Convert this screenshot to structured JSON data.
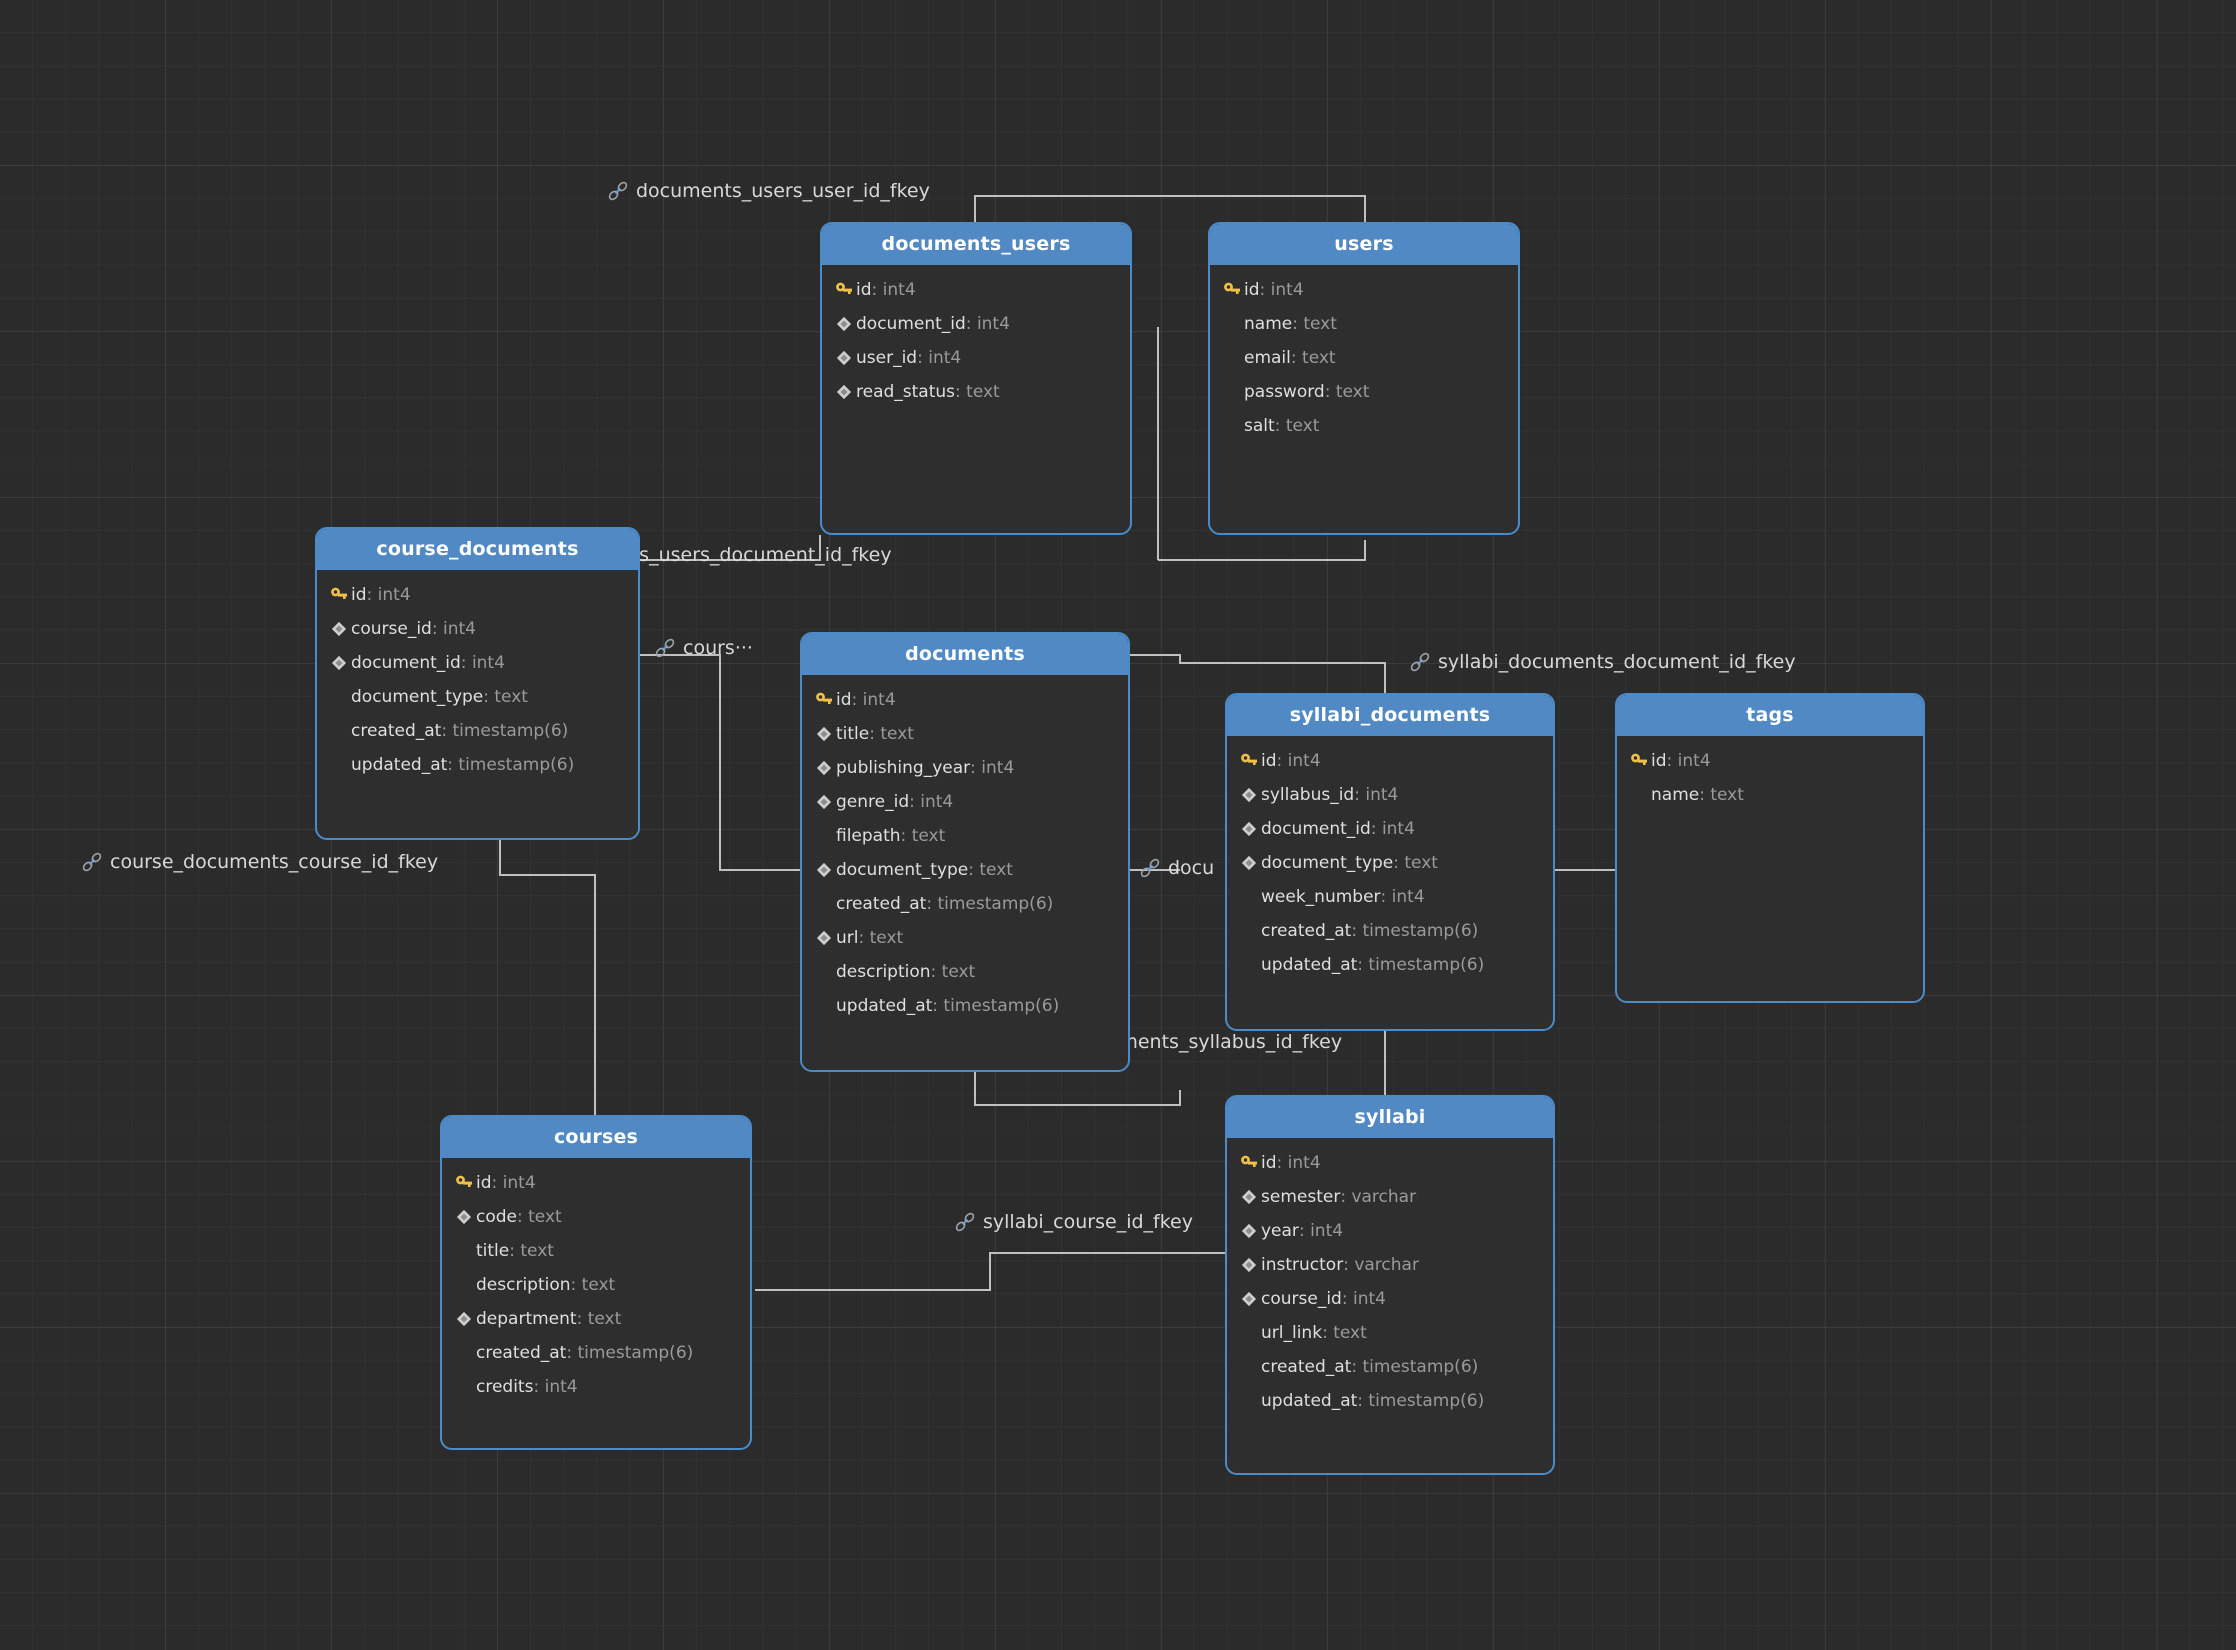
{
  "diagram": {
    "title": "database-schema-erd",
    "colors": {
      "canvas_bg": "#2b2b2b",
      "table_header": "#5089c4",
      "table_body": "#2e2e2e",
      "table_border": "#4a8bc9",
      "edge_line": "#c0c0c0",
      "pk_icon": "#f0c048",
      "index_icon": "#cfcfcf",
      "field_name": "#dfdfdf",
      "field_type": "#9a9a9a",
      "label_text": "#d8d8d8"
    },
    "tables": [
      {
        "name": "documents_users",
        "fields": [
          {
            "name": "id",
            "type": "int4",
            "marker": "key-icon"
          },
          {
            "name": "document_id",
            "type": "int4",
            "marker": "diamond-icon"
          },
          {
            "name": "user_id",
            "type": "int4",
            "marker": "diamond-icon"
          },
          {
            "name": "read_status",
            "type": "text",
            "marker": "diamond-icon"
          }
        ]
      },
      {
        "name": "users",
        "fields": [
          {
            "name": "id",
            "type": "int4",
            "marker": "key-icon"
          },
          {
            "name": "name",
            "type": "text",
            "marker": "none"
          },
          {
            "name": "email",
            "type": "text",
            "marker": "none"
          },
          {
            "name": "password",
            "type": "text",
            "marker": "none"
          },
          {
            "name": "salt",
            "type": "text",
            "marker": "none"
          }
        ]
      },
      {
        "name": "course_documents",
        "fields": [
          {
            "name": "id",
            "type": "int4",
            "marker": "key-icon"
          },
          {
            "name": "course_id",
            "type": "int4",
            "marker": "diamond-icon"
          },
          {
            "name": "document_id",
            "type": "int4",
            "marker": "diamond-icon"
          },
          {
            "name": "document_type",
            "type": "text",
            "marker": "none"
          },
          {
            "name": "created_at",
            "type": "timestamp(6)",
            "marker": "none"
          },
          {
            "name": "updated_at",
            "type": "timestamp(6)",
            "marker": "none"
          }
        ]
      },
      {
        "name": "documents",
        "fields": [
          {
            "name": "id",
            "type": "int4",
            "marker": "key-icon"
          },
          {
            "name": "title",
            "type": "text",
            "marker": "diamond-icon"
          },
          {
            "name": "publishing_year",
            "type": "int4",
            "marker": "diamond-icon"
          },
          {
            "name": "genre_id",
            "type": "int4",
            "marker": "diamond-icon"
          },
          {
            "name": "filepath",
            "type": "text",
            "marker": "none"
          },
          {
            "name": "document_type",
            "type": "text",
            "marker": "diamond-icon"
          },
          {
            "name": "created_at",
            "type": "timestamp(6)",
            "marker": "none"
          },
          {
            "name": "url",
            "type": "text",
            "marker": "diamond-icon"
          },
          {
            "name": "description",
            "type": "text",
            "marker": "none"
          },
          {
            "name": "updated_at",
            "type": "timestamp(6)",
            "marker": "none"
          }
        ]
      },
      {
        "name": "syllabi_documents",
        "fields": [
          {
            "name": "id",
            "type": "int4",
            "marker": "key-icon"
          },
          {
            "name": "syllabus_id",
            "type": "int4",
            "marker": "diamond-icon"
          },
          {
            "name": "document_id",
            "type": "int4",
            "marker": "diamond-icon"
          },
          {
            "name": "document_type",
            "type": "text",
            "marker": "diamond-icon"
          },
          {
            "name": "week_number",
            "type": "int4",
            "marker": "none"
          },
          {
            "name": "created_at",
            "type": "timestamp(6)",
            "marker": "none"
          },
          {
            "name": "updated_at",
            "type": "timestamp(6)",
            "marker": "none"
          }
        ]
      },
      {
        "name": "tags",
        "fields": [
          {
            "name": "id",
            "type": "int4",
            "marker": "key-icon"
          },
          {
            "name": "name",
            "type": "text",
            "marker": "none"
          }
        ]
      },
      {
        "name": "courses",
        "fields": [
          {
            "name": "id",
            "type": "int4",
            "marker": "key-icon"
          },
          {
            "name": "code",
            "type": "text",
            "marker": "diamond-icon"
          },
          {
            "name": "title",
            "type": "text",
            "marker": "none"
          },
          {
            "name": "description",
            "type": "text",
            "marker": "none"
          },
          {
            "name": "department",
            "type": "text",
            "marker": "diamond-icon"
          },
          {
            "name": "created_at",
            "type": "timestamp(6)",
            "marker": "none"
          },
          {
            "name": "credits",
            "type": "int4",
            "marker": "none"
          }
        ]
      },
      {
        "name": "syllabi",
        "fields": [
          {
            "name": "id",
            "type": "int4",
            "marker": "key-icon"
          },
          {
            "name": "semester",
            "type": "varchar",
            "marker": "diamond-icon"
          },
          {
            "name": "year",
            "type": "int4",
            "marker": "diamond-icon"
          },
          {
            "name": "instructor",
            "type": "varchar",
            "marker": "diamond-icon"
          },
          {
            "name": "course_id",
            "type": "int4",
            "marker": "diamond-icon"
          },
          {
            "name": "url_link",
            "type": "text",
            "marker": "none"
          },
          {
            "name": "created_at",
            "type": "timestamp(6)",
            "marker": "none"
          },
          {
            "name": "updated_at",
            "type": "timestamp(6)",
            "marker": "none"
          }
        ]
      }
    ],
    "relationships": [
      {
        "label": "documents_users_user_id_fkey"
      },
      {
        "label": "ents_users_document_id_fkey"
      },
      {
        "label": "cours···"
      },
      {
        "label": "course_documents_course_id_fkey"
      },
      {
        "label": "syllabi_documents_document_id_fkey"
      },
      {
        "label": "docu"
      },
      {
        "label": "syllabi_documents_syllabus_id_fkey"
      },
      {
        "label": "syllabi_course_id_fkey"
      }
    ]
  }
}
